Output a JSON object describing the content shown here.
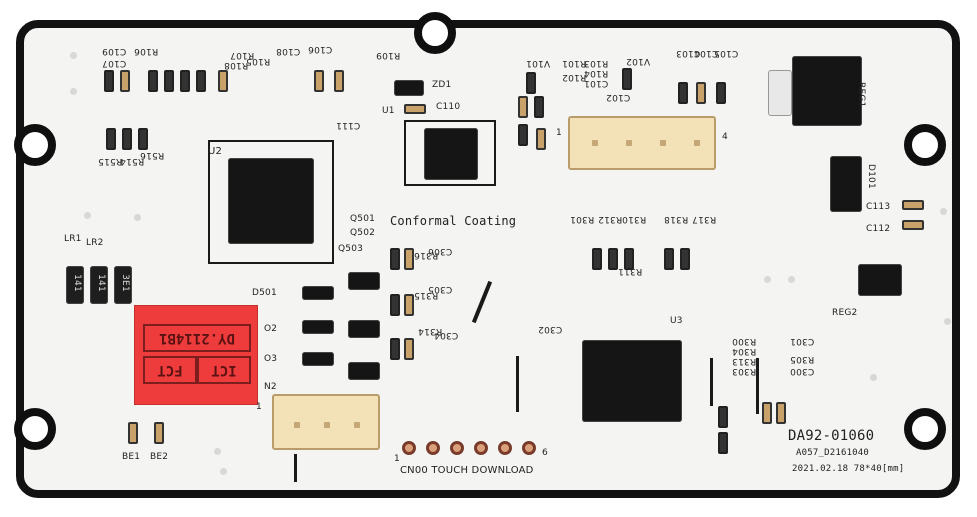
{
  "board": {
    "part_number": "DA92-01060",
    "revision_code": "A057_D2161040",
    "date_size": "2021.02.18 78*40[mm]",
    "coating_label": "Conformal Coating",
    "connector_labels": {
      "programming_header": "CN00 TOUCH DOWNLOAD",
      "pin1": "1",
      "pin6": "6",
      "cn2": "N2",
      "cn2_pin": "1",
      "cn_right_pin": "4",
      "cn_right_pin1": "1"
    },
    "chips": {
      "u1": "U1",
      "u2": "U2",
      "u3": "U3",
      "reg1": "REG1",
      "reg2": "REG2",
      "zd1": "ZD1",
      "d101": "D101",
      "d501": "D501",
      "d2": "O2",
      "d3": "O3",
      "q501": "Q501",
      "q502": "Q502",
      "q503": "Q503"
    },
    "components_top_left": {
      "c107": "C107",
      "c109": "C109",
      "r106": "R106",
      "r107": "R107",
      "r108": "R108",
      "r105": "R105",
      "c108": "C108",
      "c106": "C106",
      "r109": "R109",
      "c110": "C110",
      "c111": "C111",
      "r515": "R515",
      "r514": "R514",
      "r516": "R516"
    },
    "components_top_mid": {
      "v101": "V101",
      "v102": "V102",
      "r101": "R101",
      "r102": "R102",
      "r103": "R103",
      "r104": "R104",
      "c101": "C101",
      "c102": "C102",
      "c103": "C103",
      "c104": "C104",
      "c105": "C105",
      "c113": "C113",
      "c112": "C112"
    },
    "components_mid": {
      "r301": "R301",
      "r312": "R312",
      "r310": "R310",
      "r318": "R318",
      "r317": "R317",
      "r311": "R311",
      "r316": "R316",
      "r315": "R315",
      "r314": "R314",
      "c306": "C306",
      "c305": "C305",
      "c304": "C304",
      "c302": "C302",
      "r300": "R300",
      "r304": "R304",
      "r313": "R313",
      "r303": "R303",
      "c301": "C301",
      "r305": "R305",
      "c300": "C300"
    },
    "components_left": {
      "lr1": "LR1",
      "lr2": "LR2",
      "be1": "BE1",
      "be2": "BE2"
    },
    "inductor_marks": [
      "141",
      "141",
      "3E1"
    ]
  },
  "sticker": {
    "top_left": "DY.2114B1",
    "bottom_left": "FCT",
    "bottom_right": "ICT"
  },
  "colors": {
    "pcb": "#f4f4f2",
    "outline": "#121212",
    "sticker": "#ee3b3b",
    "connector": "#f3e2b7",
    "pad_copper": "#d9a07a"
  }
}
